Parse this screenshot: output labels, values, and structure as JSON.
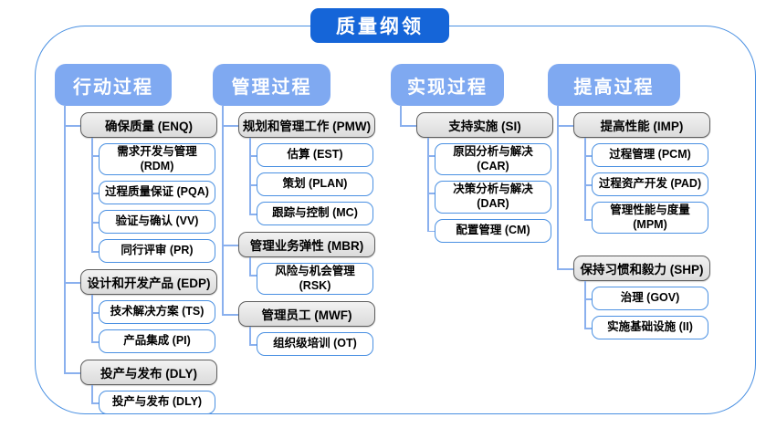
{
  "title": "质量纲领",
  "colors": {
    "title_bg": "#1565D8",
    "header_bg": "#7FA9F1",
    "connector_line": "#8AB0EE",
    "frame_border": "#4A90E2",
    "group_box_fill": "#E4E4E4",
    "group_box_border": "#5E5E5E",
    "leaf_box_border": "#4A90E2",
    "text": "#000000"
  },
  "columns": [
    {
      "header": "行动过程",
      "groups": [
        {
          "label": "确保质量 (ENQ)",
          "children": [
            "需求开发与管理 (RDM)",
            "过程质量保证 (PQA)",
            "验证与确认 (VV)",
            "同行评审 (PR)"
          ]
        },
        {
          "label": "设计和开发产品 (EDP)",
          "children": [
            "技术解决方案 (TS)",
            "产品集成 (PI)"
          ]
        },
        {
          "label": "投产与发布 (DLY)",
          "children": [
            "投产与发布 (DLY)"
          ]
        }
      ]
    },
    {
      "header": "管理过程",
      "groups": [
        {
          "label": "规划和管理工作 (PMW)",
          "children": [
            "估算 (EST)",
            "策划 (PLAN)",
            "跟踪与控制 (MC)"
          ]
        },
        {
          "label": "管理业务弹性 (MBR)",
          "children": [
            "风险与机会管理 (RSK)"
          ]
        },
        {
          "label": "管理员工 (MWF)",
          "children": [
            "组织级培训 (OT)"
          ]
        }
      ]
    },
    {
      "header": "实现过程",
      "groups": [
        {
          "label": "支持实施 (SI)",
          "children": [
            "原因分析与解决 (CAR)",
            "决策分析与解决 (DAR)",
            "配置管理 (CM)"
          ]
        }
      ]
    },
    {
      "header": "提高过程",
      "groups": [
        {
          "label": "提高性能 (IMP)",
          "children": [
            "过程管理 (PCM)",
            "过程资产开发 (PAD)",
            "管理性能与度量 (MPM)"
          ]
        },
        {
          "label": "保持习惯和毅力 (SHP)",
          "children": [
            "治理 (GOV)",
            "实施基础设施 (II)"
          ]
        }
      ]
    }
  ]
}
